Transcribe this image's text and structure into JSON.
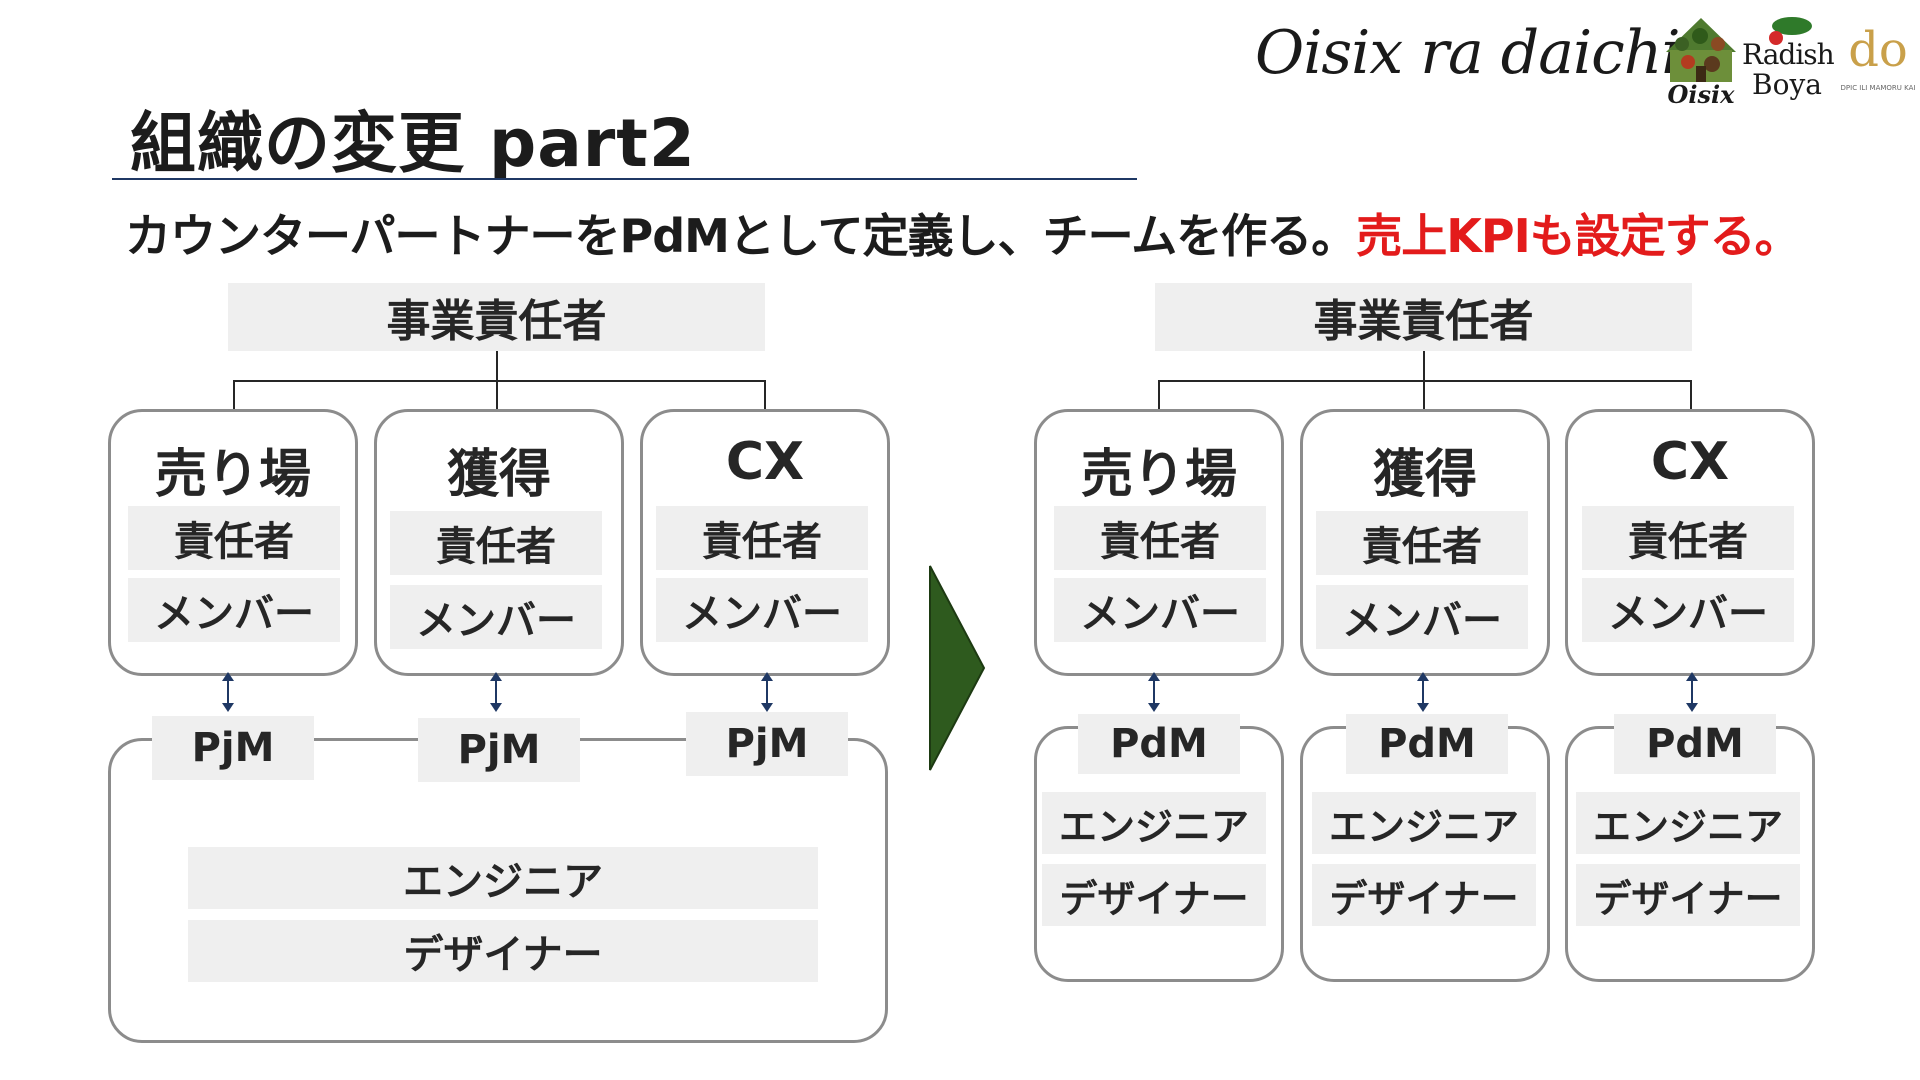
{
  "header": {
    "title": "組織の変更 part2",
    "subtitle_main": "カウンターパートナーをPdMとして定義し、チームを作る。",
    "subtitle_highlight": "売上KPIも設定する。",
    "highlight_color": "#e31b1b"
  },
  "logo": {
    "brand_text": "Oisix ra daichi",
    "oisix_label": "Oisix",
    "radish_label_1": "Radish",
    "radish_label_2": "Boya",
    "do_label": "do",
    "do_sublabel": "DPIC ILI MAMORU KAI"
  },
  "before": {
    "top_label": "事業責任者",
    "units": [
      {
        "name": "売り場",
        "lead": "責任者",
        "member": "メンバー",
        "pm": "PjM"
      },
      {
        "name": "獲得",
        "lead": "責任者",
        "member": "メンバー",
        "pm": "PjM"
      },
      {
        "name": "CX",
        "lead": "責任者",
        "member": "メンバー",
        "pm": "PjM"
      }
    ],
    "shared_pool": {
      "engineer": "エンジニア",
      "designer": "デザイナー"
    }
  },
  "after": {
    "top_label": "事業責任者",
    "units": [
      {
        "name": "売り場",
        "lead": "責任者",
        "member": "メンバー",
        "pm": "PdM",
        "engineer": "エンジニア",
        "designer": "デザイナー"
      },
      {
        "name": "獲得",
        "lead": "責任者",
        "member": "メンバー",
        "pm": "PdM",
        "engineer": "エンジニア",
        "designer": "デザイナー"
      },
      {
        "name": "CX",
        "lead": "責任者",
        "member": "メンバー",
        "pm": "PdM",
        "engineer": "エンジニア",
        "designer": "デザイナー"
      }
    ]
  },
  "colors": {
    "arrow_fill": "#2e5a1e",
    "box_fill": "#efefef",
    "card_border": "#8c8c8c",
    "title_rule": "#1f3864"
  }
}
